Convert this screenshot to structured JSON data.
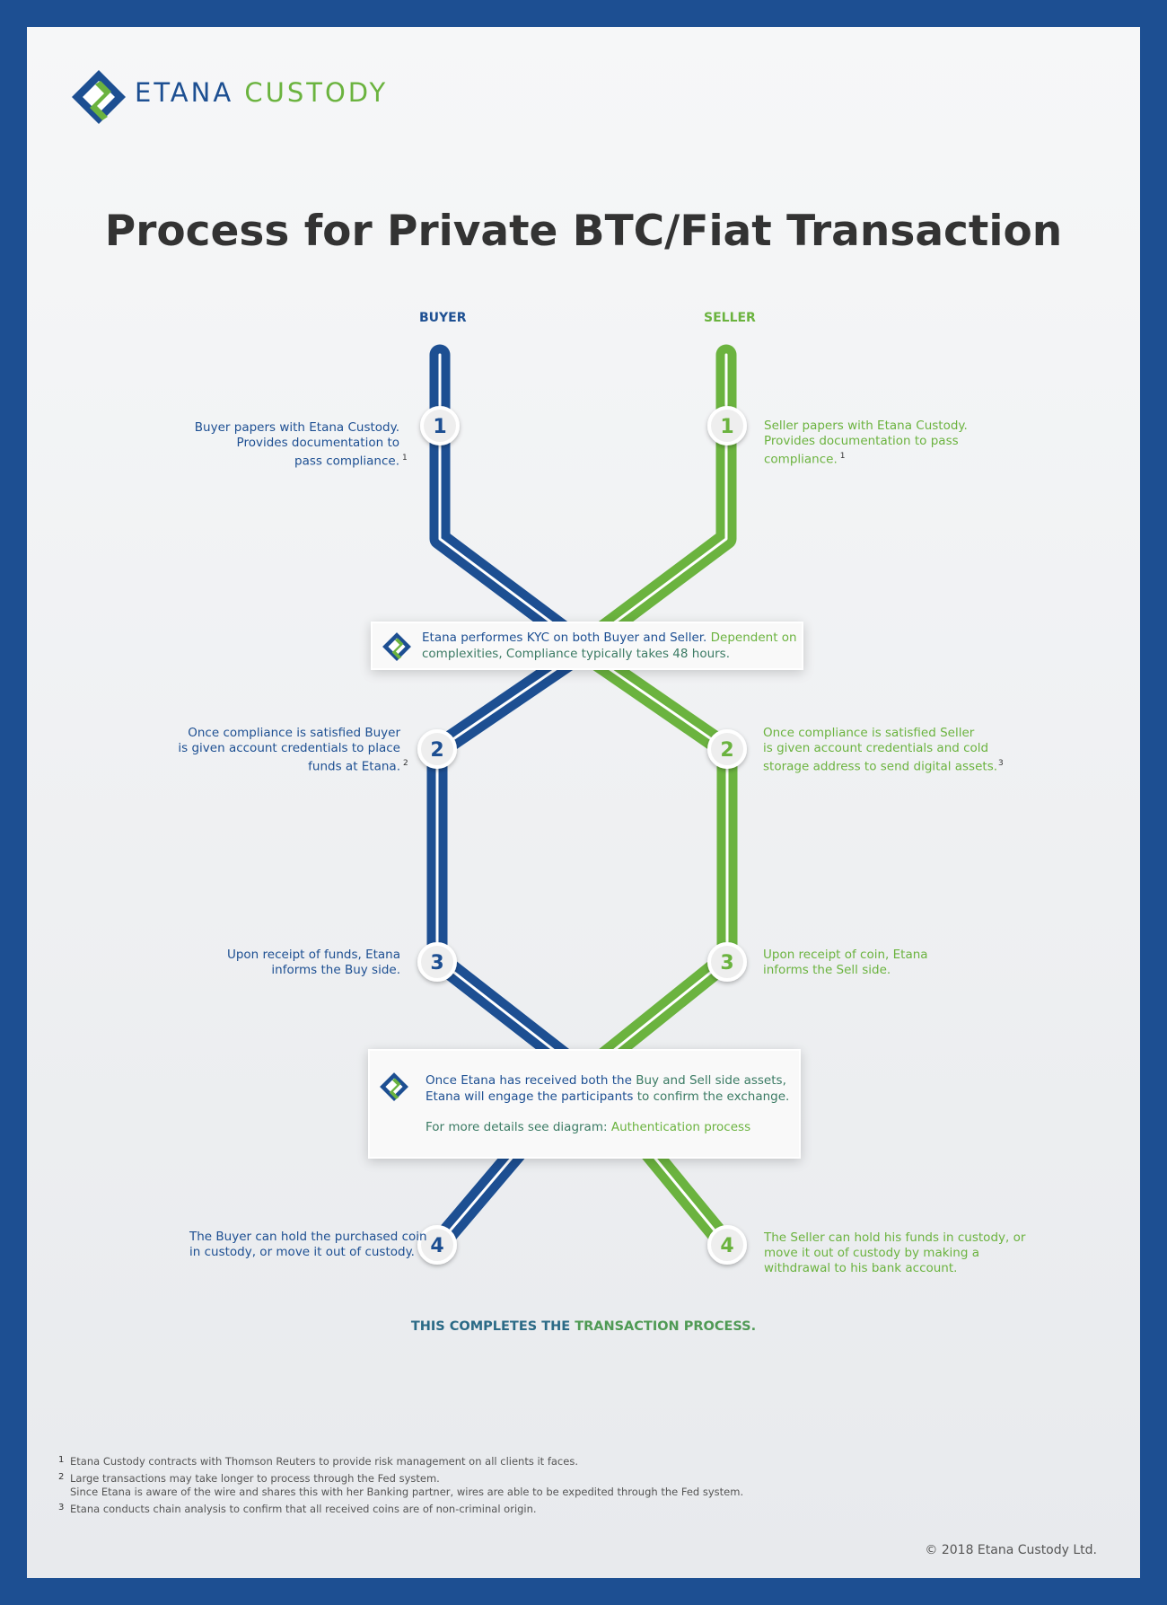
{
  "logo": {
    "name_part1": "ETANA",
    "name_part2": "CUSTODY"
  },
  "title": "Process for Private BTC/Fiat Transaction",
  "columns": {
    "buyer": "BUYER",
    "seller": "SELLER"
  },
  "steps": {
    "buyer": [
      {
        "num": "1",
        "lines": [
          "Buyer papers with Etana Custody.",
          "Provides documentation to",
          "pass compliance."
        ],
        "note": "1"
      },
      {
        "num": "2",
        "lines": [
          "Once compliance is satisfied Buyer",
          "is given account credentials to place",
          "funds at Etana."
        ],
        "note": "2"
      },
      {
        "num": "3",
        "lines": [
          "Upon receipt of funds, Etana",
          "informs the Buy side."
        ]
      },
      {
        "num": "4",
        "lines": [
          "The Buyer can hold the purchased coin",
          "in custody, or move it out of custody."
        ]
      }
    ],
    "seller": [
      {
        "num": "1",
        "lines": [
          "Seller papers with Etana Custody.",
          "Provides documentation to pass",
          "compliance."
        ],
        "note": "1"
      },
      {
        "num": "2",
        "lines": [
          "Once compliance is satisfied Seller",
          "is given account credentials and cold",
          "storage address to send digital assets."
        ],
        "note": "3"
      },
      {
        "num": "3",
        "lines": [
          "Upon receipt of coin, Etana",
          "informs the Sell side."
        ]
      },
      {
        "num": "4",
        "lines": [
          "The Seller can hold his funds in custody, or",
          "move it out of custody by making a",
          "withdrawal to his bank account."
        ]
      }
    ]
  },
  "kyc_box": {
    "part1": "Etana performes KYC on both Buyer and Seller.",
    "part2": " Dependent on",
    "line2": "complexities, Compliance typically takes 48 hours."
  },
  "exchange_box": {
    "line1a": "Once Etana has received both the ",
    "line1b": "Buy and Sell side assets,",
    "line2a": "Etana will engage the participants ",
    "line2b": "to confirm the exchange.",
    "line3a": "For more details see diagram: ",
    "line3b": "Authentication process"
  },
  "completion": {
    "part1": "THIS COMPLETES THE ",
    "part2": "TRANSACTION PROCESS."
  },
  "footnotes": [
    {
      "num": "1",
      "lines": [
        "Etana Custody contracts with Thomson Reuters to provide risk management on all clients it faces."
      ]
    },
    {
      "num": "2",
      "lines": [
        "Large transactions may take longer to process through the Fed system.",
        "Since Etana is aware of the wire and shares this with her Banking partner, wires are able to be expedited through the Fed system."
      ]
    },
    {
      "num": "3",
      "lines": [
        "Etana conducts chain analysis to confirm that all received coins are of non-criminal origin."
      ]
    }
  ],
  "copyright": "© 2018 Etana Custody Ltd.",
  "colors": {
    "brand_blue": "#1d4f92",
    "brand_green": "#6bb33f",
    "frame": "#1d4f92"
  },
  "icons": [
    "etana-logo-icon"
  ]
}
